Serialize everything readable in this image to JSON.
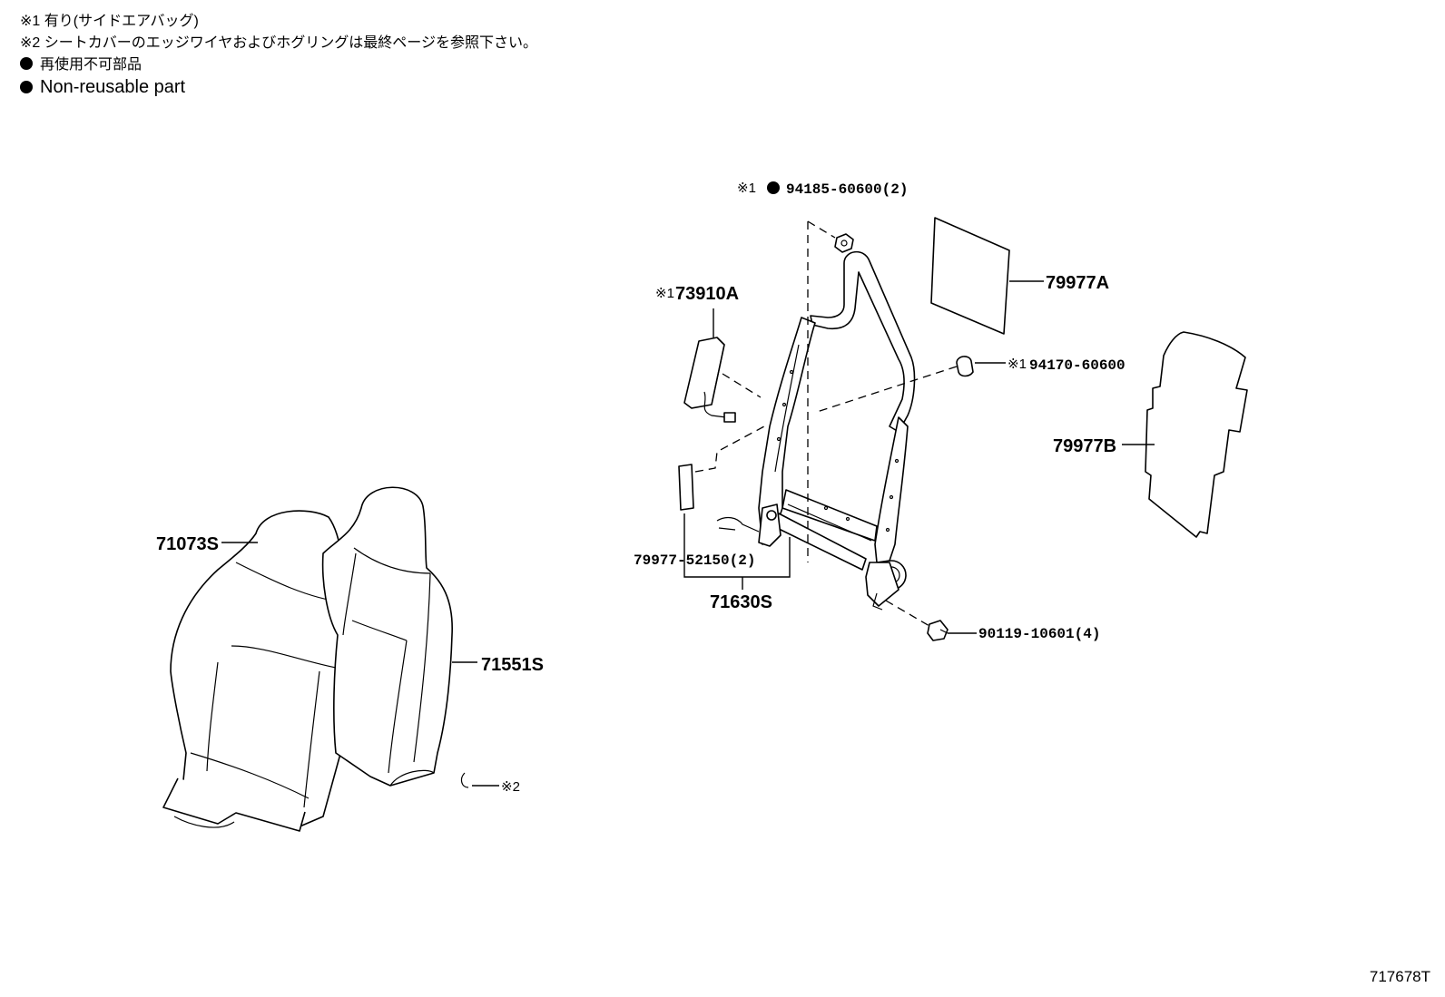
{
  "notes": {
    "note1": "※1 有り(サイドエアバッグ)",
    "note2": "※2 シートカバーのエッジワイヤおよびホグリングは最終ページを参照下さい。",
    "legend_jp": "再使用不可部品",
    "legend_en": "Non-reusable part"
  },
  "callouts": {
    "c71073s": "71073S",
    "c71551s": "71551S",
    "c_ref2": "※2",
    "c73910a_ref": "※1",
    "c73910a": "73910A",
    "c94185_ref": "※1",
    "c94185": "94185-60600(2)",
    "c79977a": "79977A",
    "c94170_ref": "※1",
    "c94170": "94170-60600",
    "c79977b": "79977B",
    "c79977_52150": "79977-52150(2)",
    "c71630s": "71630S",
    "c90119": "90119-10601(4)"
  },
  "footer": {
    "code": "717678T"
  }
}
